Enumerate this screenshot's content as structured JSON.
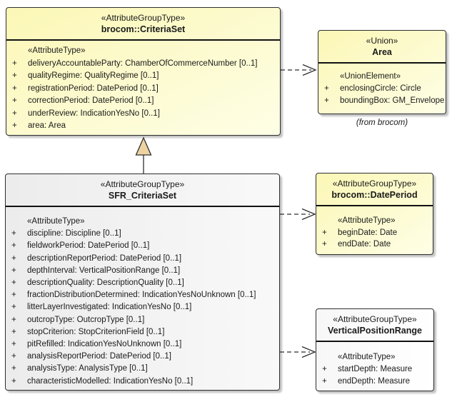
{
  "diagram": {
    "classes": {
      "criteria_set": {
        "stereotype": "«AttributeGroupType»",
        "name": "brocom::CriteriaSet",
        "section_stereotype": "«AttributeType»",
        "attributes": [
          {
            "vis": "+",
            "text": "deliveryAccountableParty: ChamberOfCommerceNumber [0..1]"
          },
          {
            "vis": "+",
            "text": "qualityRegime: QualityRegime [0..1]"
          },
          {
            "vis": "+",
            "text": "registrationPeriod: DatePeriod [0..1]"
          },
          {
            "vis": "+",
            "text": "correctionPeriod: DatePeriod [0..1]"
          },
          {
            "vis": "+",
            "text": "underReview: IndicationYesNo [0..1]"
          },
          {
            "vis": "+",
            "text": "area: Area"
          }
        ]
      },
      "sfr_criteria_set": {
        "stereotype": "«AttributeGroupType»",
        "name": "SFR_CriteriaSet",
        "section_stereotype": "«AttributeType»",
        "attributes": [
          {
            "vis": "+",
            "text": "discipline: Discipline [0..1]"
          },
          {
            "vis": "+",
            "text": "fieldworkPeriod: DatePeriod [0..1]"
          },
          {
            "vis": "+",
            "text": "descriptionReportPeriod: DatePeriod [0..1]"
          },
          {
            "vis": "+",
            "text": "depthInterval: VerticalPositionRange [0..1]"
          },
          {
            "vis": "+",
            "text": "descriptionQuality: DescriptionQuality [0..1]"
          },
          {
            "vis": "+",
            "text": "fractionDistributionDetermined: IndicationYesNoUnknown [0..1]"
          },
          {
            "vis": "+",
            "text": "litterLayerInvestigated: IndicationYesNo [0..1]"
          },
          {
            "vis": "+",
            "text": "outcropType: OutcropType [0..1]"
          },
          {
            "vis": "+",
            "text": "stopCriterion: StopCriterionField [0..1]"
          },
          {
            "vis": "+",
            "text": "pitRefilled: IndicationYesNoUnknown [0..1]"
          },
          {
            "vis": "+",
            "text": "analysisReportPeriod: DatePeriod [0..1]"
          },
          {
            "vis": "+",
            "text": "analysisType: AnalysisType [0..1]"
          },
          {
            "vis": "+",
            "text": "characteristicModelled: IndicationYesNo [0..1]"
          }
        ]
      },
      "area": {
        "stereotype": "«Union»",
        "name": "Area",
        "section_stereotype": "«UnionElement»",
        "attributes": [
          {
            "vis": "+",
            "text": "enclosingCircle: Circle"
          },
          {
            "vis": "+",
            "text": "boundingBox: GM_Envelope"
          }
        ],
        "note": "(from brocom)"
      },
      "date_period": {
        "stereotype": "«AttributeGroupType»",
        "name": "brocom::DatePeriod",
        "section_stereotype": "«AttributeType»",
        "attributes": [
          {
            "vis": "+",
            "text": "beginDate: Date"
          },
          {
            "vis": "+",
            "text": "endDate: Date"
          }
        ]
      },
      "vertical_position_range": {
        "stereotype": "«AttributeGroupType»",
        "name": "VerticalPositionRange",
        "section_stereotype": "«AttributeType»",
        "attributes": [
          {
            "vis": "+",
            "text": "startDepth: Measure"
          },
          {
            "vis": "+",
            "text": "endDepth: Measure"
          }
        ]
      }
    },
    "colors": {
      "yellow1": "#fbf7b6",
      "yellow2": "#fefee6",
      "gray1": "#ececec",
      "gray2": "#f9f9f9",
      "border": "#2e2e2e",
      "line": "#2f2f2f",
      "tri": "#eed3a2",
      "ink": "#1a1a1a"
    }
  }
}
